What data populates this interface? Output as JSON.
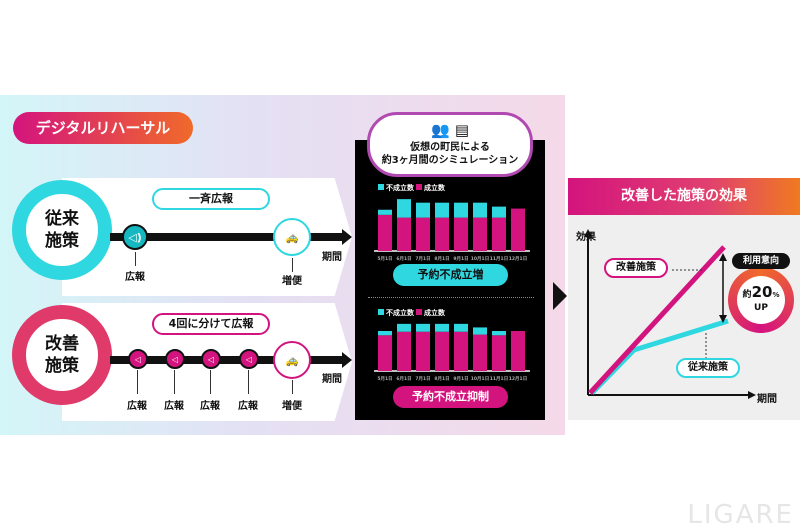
{
  "title": "デジタルリハーサル",
  "conventional": {
    "label_line1": "従来",
    "label_line2": "施策",
    "pill": "一斉広報",
    "nodes": [
      "広報"
    ],
    "taxi": "増便",
    "axis": "期間",
    "color": "#2fd8e0"
  },
  "improved": {
    "label_line1": "改善",
    "label_line2": "施策",
    "pill": "4回に分けて広報",
    "nodes": [
      "広報",
      "広報",
      "広報",
      "広報"
    ],
    "taxi": "増便",
    "axis": "期間",
    "color": "#d4147e"
  },
  "simulation": {
    "line1": "仮想の町民による",
    "line2": "約3ヶ月間のシミュレーション",
    "icons": [
      "people-icon",
      "document-icon"
    ]
  },
  "chart_data": [
    {
      "type": "bar",
      "stacked": true,
      "legend": [
        "不成立数",
        "成立数"
      ],
      "categories": [
        "5月1日",
        "6月1日",
        "7月1日",
        "8月1日",
        "9月1日",
        "10月1日",
        "11月1日",
        "12月1日"
      ],
      "series": [
        {
          "name": "成立数",
          "color": "#d4147e",
          "values": [
            92,
            85,
            85,
            85,
            85,
            85,
            85,
            108
          ]
        },
        {
          "name": "不成立数",
          "color": "#2fd8e0",
          "values": [
            13,
            47,
            38,
            38,
            38,
            38,
            28,
            0
          ]
        }
      ],
      "result": "予約不成立増"
    },
    {
      "type": "bar",
      "stacked": true,
      "legend": [
        "不成立数",
        "成立数"
      ],
      "categories": [
        "5月1日",
        "6月1日",
        "7月1日",
        "8月1日",
        "9月1日",
        "10月1日",
        "11月1日",
        "12月1日"
      ],
      "series": [
        {
          "name": "成立数",
          "color": "#d4147e",
          "values": [
            100,
            110,
            110,
            110,
            110,
            102,
            100,
            112
          ]
        },
        {
          "name": "不成立数",
          "color": "#2fd8e0",
          "values": [
            12,
            22,
            22,
            22,
            22,
            20,
            12,
            0
          ]
        }
      ],
      "result": "予約不成立抑制"
    }
  ],
  "effect": {
    "title": "改善した施策の効果",
    "ylabel": "効果",
    "xlabel": "期間",
    "improved_label": "改善施策",
    "conventional_label": "従来施策",
    "badge_title": "利用意向",
    "badge_prefix": "約",
    "badge_value": "20",
    "badge_unit": "%",
    "badge_suffix": "UP"
  },
  "watermark": "LIGARE"
}
